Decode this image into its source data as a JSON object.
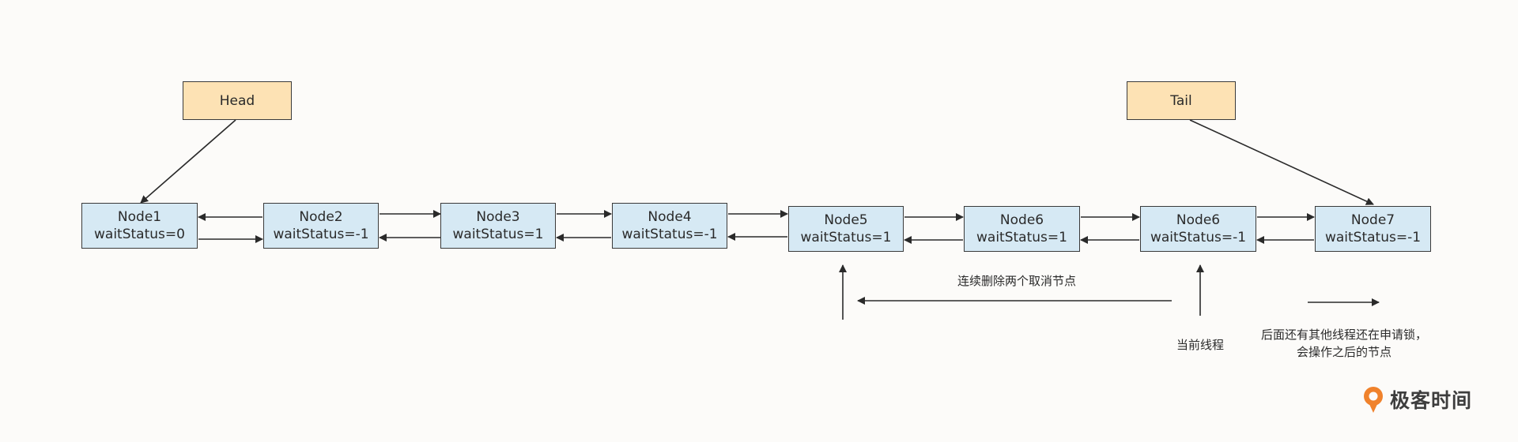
{
  "pointers": {
    "head": "Head",
    "tail": "Tail"
  },
  "nodes": [
    {
      "name": "Node1",
      "status": "waitStatus=0"
    },
    {
      "name": "Node2",
      "status": "waitStatus=-1"
    },
    {
      "name": "Node3",
      "status": "waitStatus=1"
    },
    {
      "name": "Node4",
      "status": "waitStatus=-1"
    },
    {
      "name": "Node5",
      "status": "waitStatus=1"
    },
    {
      "name": "Node6",
      "status": "waitStatus=1"
    },
    {
      "name": "Node6",
      "status": "waitStatus=-1"
    },
    {
      "name": "Node7",
      "status": "waitStatus=-1"
    }
  ],
  "annotations": {
    "remove_two": "连续删除两个取消节点",
    "current_thread": "当前线程",
    "other_threads_line1": "后面还有其他线程还在申请锁，",
    "other_threads_line2": "会操作之后的节点"
  },
  "watermark": "极客时间",
  "colors": {
    "pointer_fill": "#fde2b4",
    "node_fill": "#d6e9f4",
    "stroke": "#3a3a3a",
    "watermark_orange": "#f0822c"
  }
}
